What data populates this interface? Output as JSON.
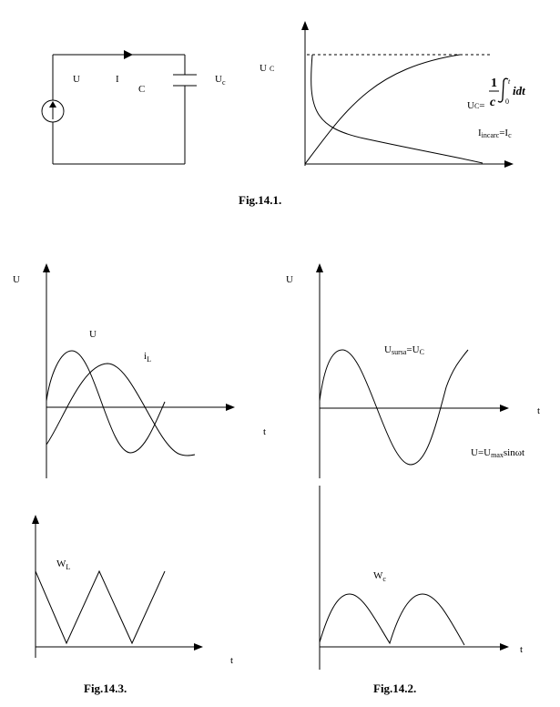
{
  "fig1": {
    "caption": "Fig.14.1.",
    "circuit": {
      "u": "U",
      "i": "I",
      "c": "C",
      "uc": "U",
      "uc_sub": "c"
    },
    "graph": {
      "ylabel": "U",
      "ylabel_sub": "C",
      "formula_lhs": "U",
      "formula_lhs_sub": "C",
      "formula_eq": "=",
      "frac_num": "1",
      "frac_den": "c",
      "int_upper": "t",
      "int_lower": "0",
      "integrand": "idt",
      "current": "I",
      "current_sub": "incarc",
      "current_eq": "=I",
      "current_eq_sub": "c"
    }
  },
  "fig3": {
    "caption": "Fig.14.3.",
    "top": {
      "ylabel": "U",
      "u_label": "U",
      "il_label": "i",
      "il_sub": "L",
      "tlabel": "t"
    },
    "bottom": {
      "w_label": "W",
      "w_sub": "L",
      "tlabel": "t"
    }
  },
  "fig2": {
    "caption": "Fig.14.2.",
    "top": {
      "ylabel": "U",
      "source_label": "U",
      "source_sub": "sursa",
      "source_eq": "=U",
      "source_eq_sub": "C",
      "tlabel": "t",
      "eq_u": "U=U",
      "eq_sub": "max",
      "eq_rest": "sinωt"
    },
    "bottom": {
      "w_label": "W",
      "w_sub": "c",
      "tlabel": "t"
    }
  }
}
